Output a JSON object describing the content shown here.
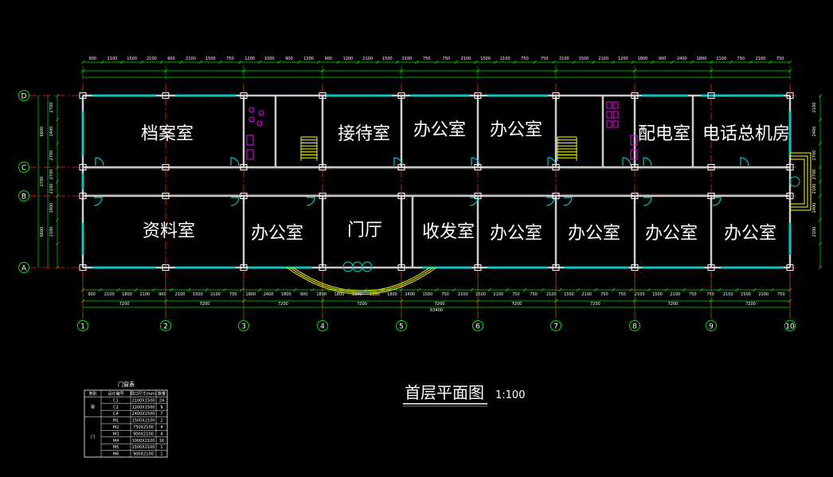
{
  "rooms_top": [
    "档案室",
    "接待室",
    "办公室",
    "办公室",
    "配电室",
    "电话总机房"
  ],
  "rooms_bottom": [
    "资料室",
    "办公室",
    "门厅",
    "收发室",
    "办公室",
    "办公室",
    "办公室",
    "办公室"
  ],
  "axis_numbers": [
    "1",
    "2",
    "3",
    "4",
    "5",
    "6",
    "7",
    "8",
    "9",
    "10"
  ],
  "axis_letters": [
    "D",
    "C",
    "B",
    "A"
  ],
  "top_dims": [
    "900",
    "2100",
    "1500",
    "2100",
    "900",
    "2100",
    "1500",
    "750",
    "1200",
    "1000",
    "900",
    "1200",
    "900",
    "1200",
    "2100",
    "1500",
    "2100",
    "750",
    "750",
    "2100",
    "1500",
    "2100",
    "750",
    "750",
    "2100",
    "1500",
    "2100",
    "1200",
    "1800",
    "900",
    "2400",
    "1800",
    "2100",
    "750",
    "2100",
    "750"
  ],
  "bottom_dims": [
    "900",
    "2100",
    "1800",
    "2100",
    "900",
    "2100",
    "1500",
    "2100",
    "750",
    "1800",
    "2400",
    "1800",
    "900",
    "1800",
    "1800",
    "1800",
    "1200",
    "1800",
    "2400",
    "1500",
    "750",
    "2100",
    "1500",
    "2100",
    "750",
    "750",
    "2100",
    "1500",
    "2100",
    "750",
    "750",
    "2100",
    "1500",
    "2100",
    "750",
    "750",
    "2100",
    "1500",
    "2100",
    "750"
  ],
  "bottom_bays": [
    "7200",
    "7200",
    "7200",
    "7200",
    "7200",
    "7200",
    "7200",
    "7200",
    "7200"
  ],
  "total_dim": "63400",
  "left_dims": [
    "2700",
    "2400",
    "2700",
    "2700",
    "2100",
    "2400",
    "2100"
  ],
  "left_totals": [
    "6600",
    "2700",
    "6600"
  ],
  "right_dims": [
    "2100",
    "2400",
    "2700",
    "2700",
    "2100",
    "2400",
    "2100"
  ],
  "title": "首层平面图",
  "scale": "1:100",
  "door_table": {
    "title": "门窗表",
    "headers": [
      "类别",
      "设计编号",
      "洞口尺寸(mm)",
      "数量"
    ],
    "groups": [
      "窗",
      "门"
    ],
    "rows": [
      [
        "C1",
        "2100X1500",
        "24"
      ],
      [
        "C2",
        "1200X1500",
        "9"
      ],
      [
        "C4",
        "2400X1500",
        "7"
      ],
      [
        "M1",
        "1500X2100",
        "2"
      ],
      [
        "M2",
        "750X2100",
        "4"
      ],
      [
        "M3",
        "900X2100",
        "4"
      ],
      [
        "M4",
        "1000X2100",
        "16"
      ],
      [
        "M5",
        "1500X2100",
        "1"
      ],
      [
        "M6",
        "900X2100",
        "1"
      ]
    ]
  },
  "colors": {
    "wall": "#cccccc",
    "window": "#00c8c8",
    "axis": "#ff2020",
    "dim": "#00e000",
    "door": "#00c8c8",
    "stair": "#ffff00",
    "fixture": "#ff00ff",
    "column": "#ffffff"
  }
}
